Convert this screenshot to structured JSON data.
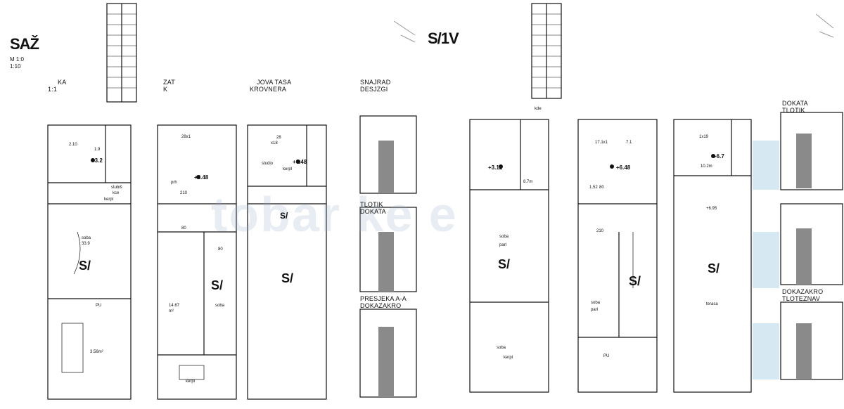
{
  "sheet_left": {
    "title": "SAŽ",
    "scale_line1": "M 1:0",
    "scale_line2": "1:10",
    "sections": [
      {
        "label_top": "KA",
        "label_bottom": "1:1"
      },
      {
        "label_top": "ZAT",
        "label_bottom": "K"
      },
      {
        "label_top": "JOVA TASA",
        "label_bottom": "KROVNERA"
      },
      {
        "label_top": "SNAJRAD",
        "label_bottom": "DESJZGI"
      }
    ],
    "room_labels": [
      "2.10",
      "1.9",
      "+3.2",
      "soba",
      "33.9",
      "S/",
      "14.67",
      "m²",
      "soba",
      "S/",
      "28x1",
      "+6.48",
      "prh",
      "210",
      "80",
      "80",
      "S/",
      "28",
      "x18",
      "+6.48",
      "S/",
      "3.56m²",
      "PU",
      "kerpl",
      "kerpl",
      "studio",
      "kerpl",
      "stubiš",
      "kce"
    ],
    "side_headers": [
      "TLOTIK",
      "DOKATA",
      "PRESJEKA A-A",
      "DOKAZAKRO"
    ]
  },
  "sheet_right": {
    "title": "S/1V",
    "sections": [
      {
        "label_top": "",
        "label_bottom": ""
      },
      {
        "label_top": "",
        "label_bottom": ""
      },
      {
        "label_top": "",
        "label_bottom": ""
      },
      {
        "label_top": "",
        "label_bottom": ""
      }
    ],
    "room_labels": [
      "+3.12",
      "8.7m",
      "S/",
      "soba",
      "parl",
      "soba",
      "kerpl",
      "17.1x1",
      "7.1",
      "+6.48",
      "1.52",
      "80",
      "210",
      "S/",
      "soba",
      "parl",
      "1x19",
      "+6.7",
      "10.2m",
      "+6.95",
      "S/",
      "terasa",
      "PU",
      "kde"
    ],
    "side_headers": [
      "DOKATA",
      "TLOTIK",
      "DOKAZAKRO",
      "TLOTEZNAV"
    ]
  },
  "watermark": "tobar ke e",
  "colors": {
    "wall": "#111111",
    "hatch": "#666666",
    "fill": "#8a8a8a",
    "accent": "#d6e9f2"
  }
}
